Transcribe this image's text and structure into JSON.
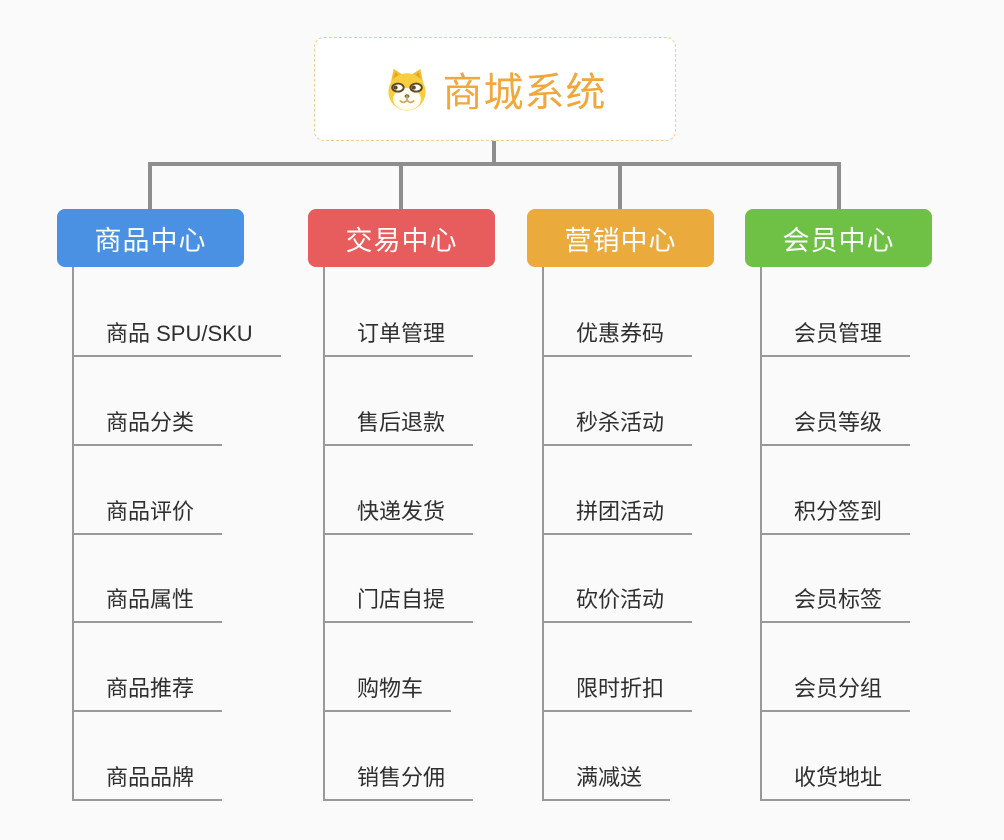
{
  "root": {
    "title": "商城系统",
    "icon": "doge-icon"
  },
  "branches": [
    {
      "title": "商品中心",
      "color": "#4a91e3",
      "items": [
        "商品 SPU/SKU",
        "商品分类",
        "商品评价",
        "商品属性",
        "商品推荐",
        "商品品牌"
      ]
    },
    {
      "title": "交易中心",
      "color": "#e75c5c",
      "items": [
        "订单管理",
        "售后退款",
        "快递发货",
        "门店自提",
        "购物车",
        "销售分佣"
      ]
    },
    {
      "title": "营销中心",
      "color": "#eaaa3c",
      "items": [
        "优惠券码",
        "秒杀活动",
        "拼团活动",
        "砍价活动",
        "限时折扣",
        "满减送"
      ]
    },
    {
      "title": "会员中心",
      "color": "#6fc146",
      "items": [
        "会员管理",
        "会员等级",
        "积分签到",
        "会员标签",
        "会员分组",
        "收货地址"
      ]
    }
  ],
  "colors": {
    "background": "#fafafa",
    "root_accent": "#f0a73c",
    "root_border": "#f5cd8e",
    "connector": "#8e8e8e",
    "leaf_line": "#999999",
    "leaf_text": "#2f2f2f"
  }
}
